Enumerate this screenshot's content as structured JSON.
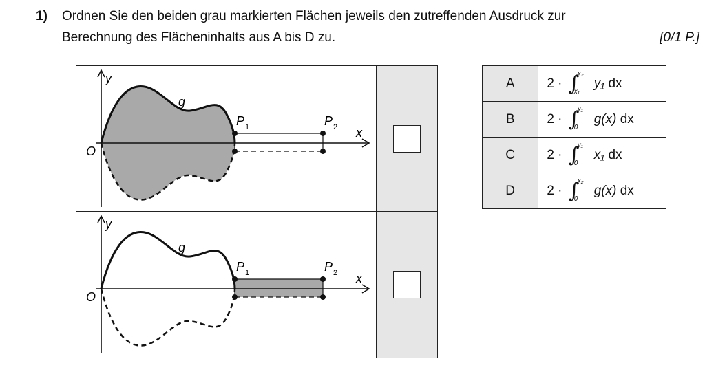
{
  "task": {
    "number": "1)",
    "line1": "Ordnen Sie den beiden grau markierten Flächen jeweils den zutreffenden Ausdruck zur",
    "line2": "Berechnung des Flächeninhalts aus A bis D zu.",
    "points": "[0/1 P.]"
  },
  "graph_labels": {
    "y": "y",
    "x": "x",
    "origin": "O",
    "g": "g",
    "p1": "P",
    "p1_sub": "1",
    "p2": "P",
    "p2_sub": "2"
  },
  "options": [
    {
      "letter": "A",
      "coef": "2 ·",
      "upper": "x₂",
      "lower": "x₁",
      "body": "y₁",
      "dx": "dx"
    },
    {
      "letter": "B",
      "coef": "2 ·",
      "upper": "x₁",
      "lower": "0",
      "body": "g(x)",
      "dx": "dx"
    },
    {
      "letter": "C",
      "coef": "2 ·",
      "upper": "y₁",
      "lower": "0",
      "body": "x₁",
      "dx": "dx"
    },
    {
      "letter": "D",
      "coef": "2 ·",
      "upper": "x₂",
      "lower": "0",
      "body": "g(x)",
      "dx": "dx"
    }
  ],
  "colors": {
    "shade": "#a9a9a9",
    "answer_bg": "#e6e6e6",
    "line": "#111111"
  }
}
